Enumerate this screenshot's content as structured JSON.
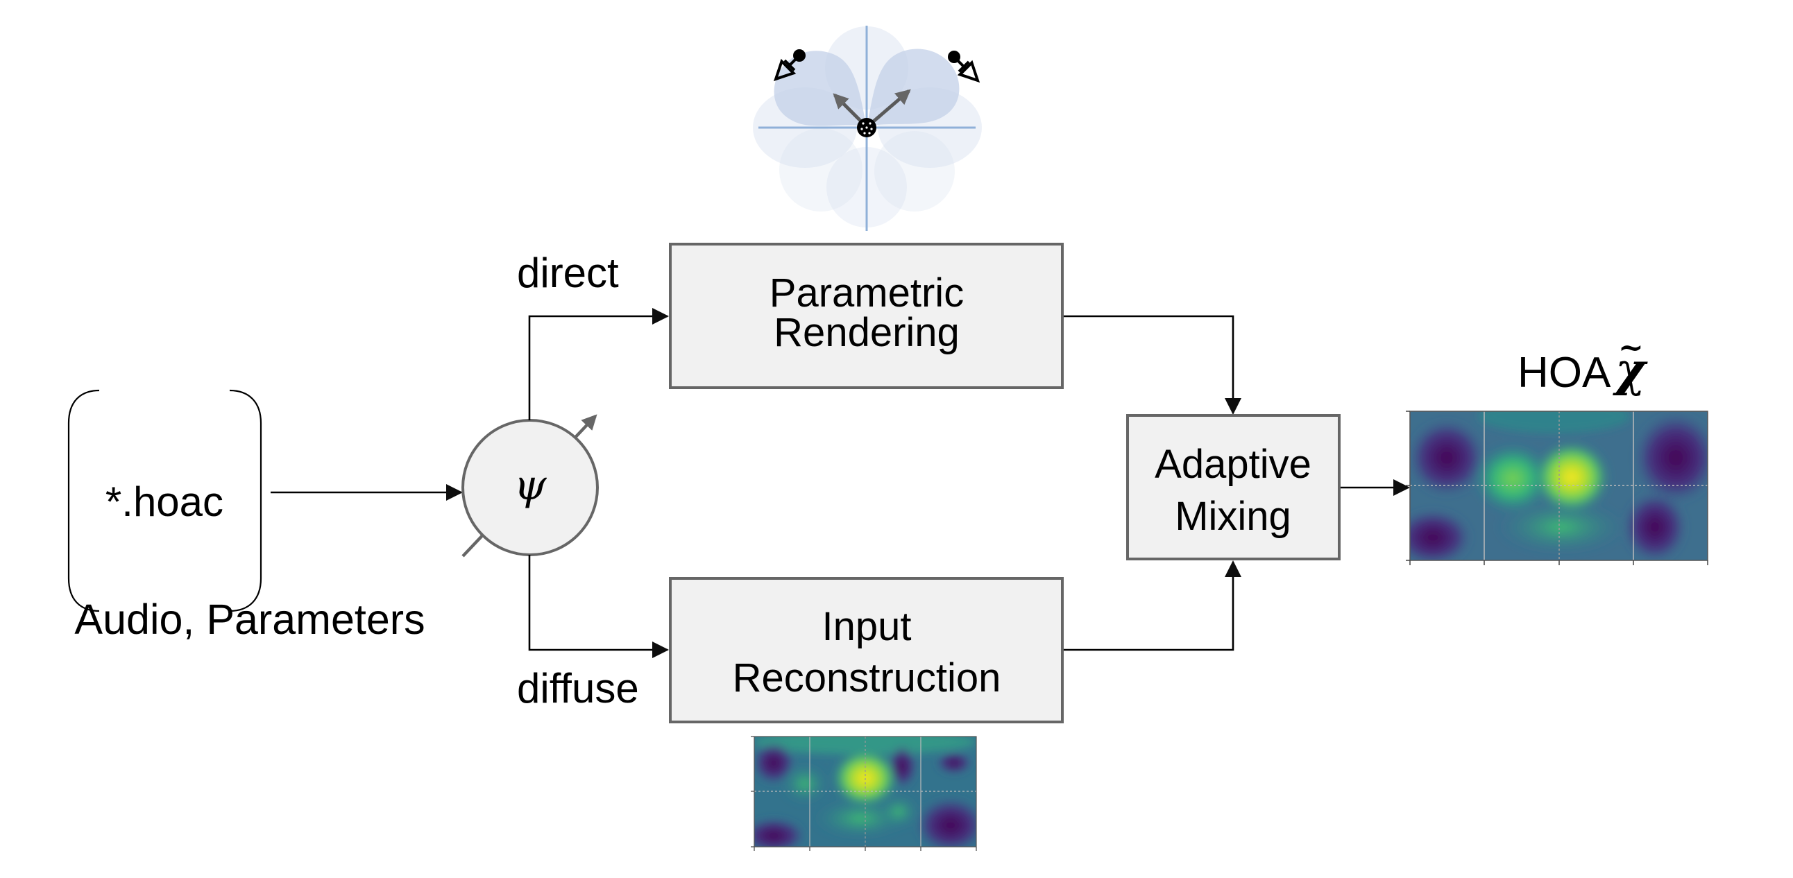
{
  "figure": {
    "input": {
      "file_label": "*.hoac",
      "caption": "Audio, Parameters"
    },
    "splitter": {
      "symbol": "ψ"
    },
    "branches": {
      "direct_label": "direct",
      "diffuse_label": "diffuse"
    },
    "blocks": {
      "parametric": {
        "line1": "Parametric",
        "line2": "Rendering"
      },
      "reconstruction": {
        "line1": "Input",
        "line2": "Reconstruction"
      },
      "mixing": {
        "line1": "Adaptive",
        "line2": "Mixing"
      }
    },
    "output": {
      "label": "HOA",
      "symbol": "χ",
      "symbol_accent": "~"
    },
    "icons": {
      "directivity": "directivity-pattern-icon",
      "source": "sound-source-icon",
      "microphone": "spherical-microphone-icon"
    },
    "colors": {
      "block_fill": "#f1f1f1",
      "block_stroke": "#666666",
      "axis_blue": "#8fb0d8",
      "lobe_blue": "#c7d3ea",
      "viridis_low": "#440154",
      "viridis_mid": "#21918c",
      "viridis_high": "#fde725"
    }
  }
}
